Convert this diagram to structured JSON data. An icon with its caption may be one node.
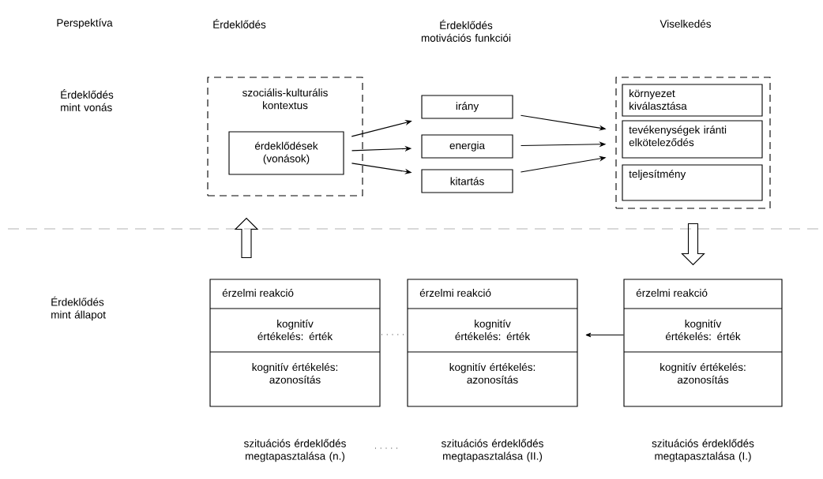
{
  "diagram": {
    "nodes": [
      {
        "text": [
          "szociális-kulturális kontextus"
        ]
      },
      {
        "text": [
          "érdeklődések (vonások)"
        ],
        "in": 0
      },
      {
        "text": [
          "irány"
        ]
      },
      {
        "text": [
          "energia"
        ]
      },
      {
        "text": [
          "kitartás"
        ]
      },
      {
        "text": [],
        "shape": "box"
      },
      {
        "text": [
          "környezet kiválasztása"
        ],
        "in": 5
      },
      {
        "text": [
          "tevékenységek iránti elköteleződés"
        ],
        "in": 5
      },
      {
        "text": [
          "teljesítmény"
        ],
        "in": 5
      },
      {
        "text": [
          "érzelmi reakció",
          "kognitív értékelés: érték",
          "kognitív értékelés: azonosítás"
        ],
        "beside": [
          "szituációs érdeklődés megtapasztalása (n.)"
        ]
      },
      {
        "text": [
          "érzelmi reakció",
          "kognitív értékelés: érték",
          "kognitív értékelés: azonosítás"
        ],
        "beside": [
          "szituációs érdeklődés megtapasztalása (II.)"
        ]
      },
      {
        "text": [
          "érzelmi reakció",
          "kognitív értékelés: érték",
          "kognitív értékelés: azonosítás"
        ],
        "beside": [
          "szituációs érdeklődés megtapasztalása (I.)"
        ]
      }
    ],
    "edges": [
      {
        "from": 1,
        "to": 2,
        "arrow": "to"
      },
      {
        "from": 1,
        "to": 3,
        "arrow": "to"
      },
      {
        "from": 1,
        "to": 4,
        "arrow": "to"
      },
      {
        "from": 2,
        "to": 5,
        "arrow": "to"
      },
      {
        "from": 3,
        "to": 5,
        "arrow": "to"
      },
      {
        "from": 4,
        "to": 5,
        "arrow": "to"
      },
      {
        "from": 9,
        "to": 0,
        "arrow": "to",
        "style": "thick"
      },
      {
        "from": 5,
        "to": 11,
        "arrow": "to",
        "style": "thick"
      },
      {
        "from": 11,
        "to": 10,
        "arrow": "to"
      }
    ],
    "labels": [
      "Perspektíva",
      "Érdeklődés",
      "Érdeklődés motivációs funkciói",
      "Viselkedés",
      "Érdeklődés mint vonás",
      "Érdeklődés mint állapot"
    ]
  }
}
